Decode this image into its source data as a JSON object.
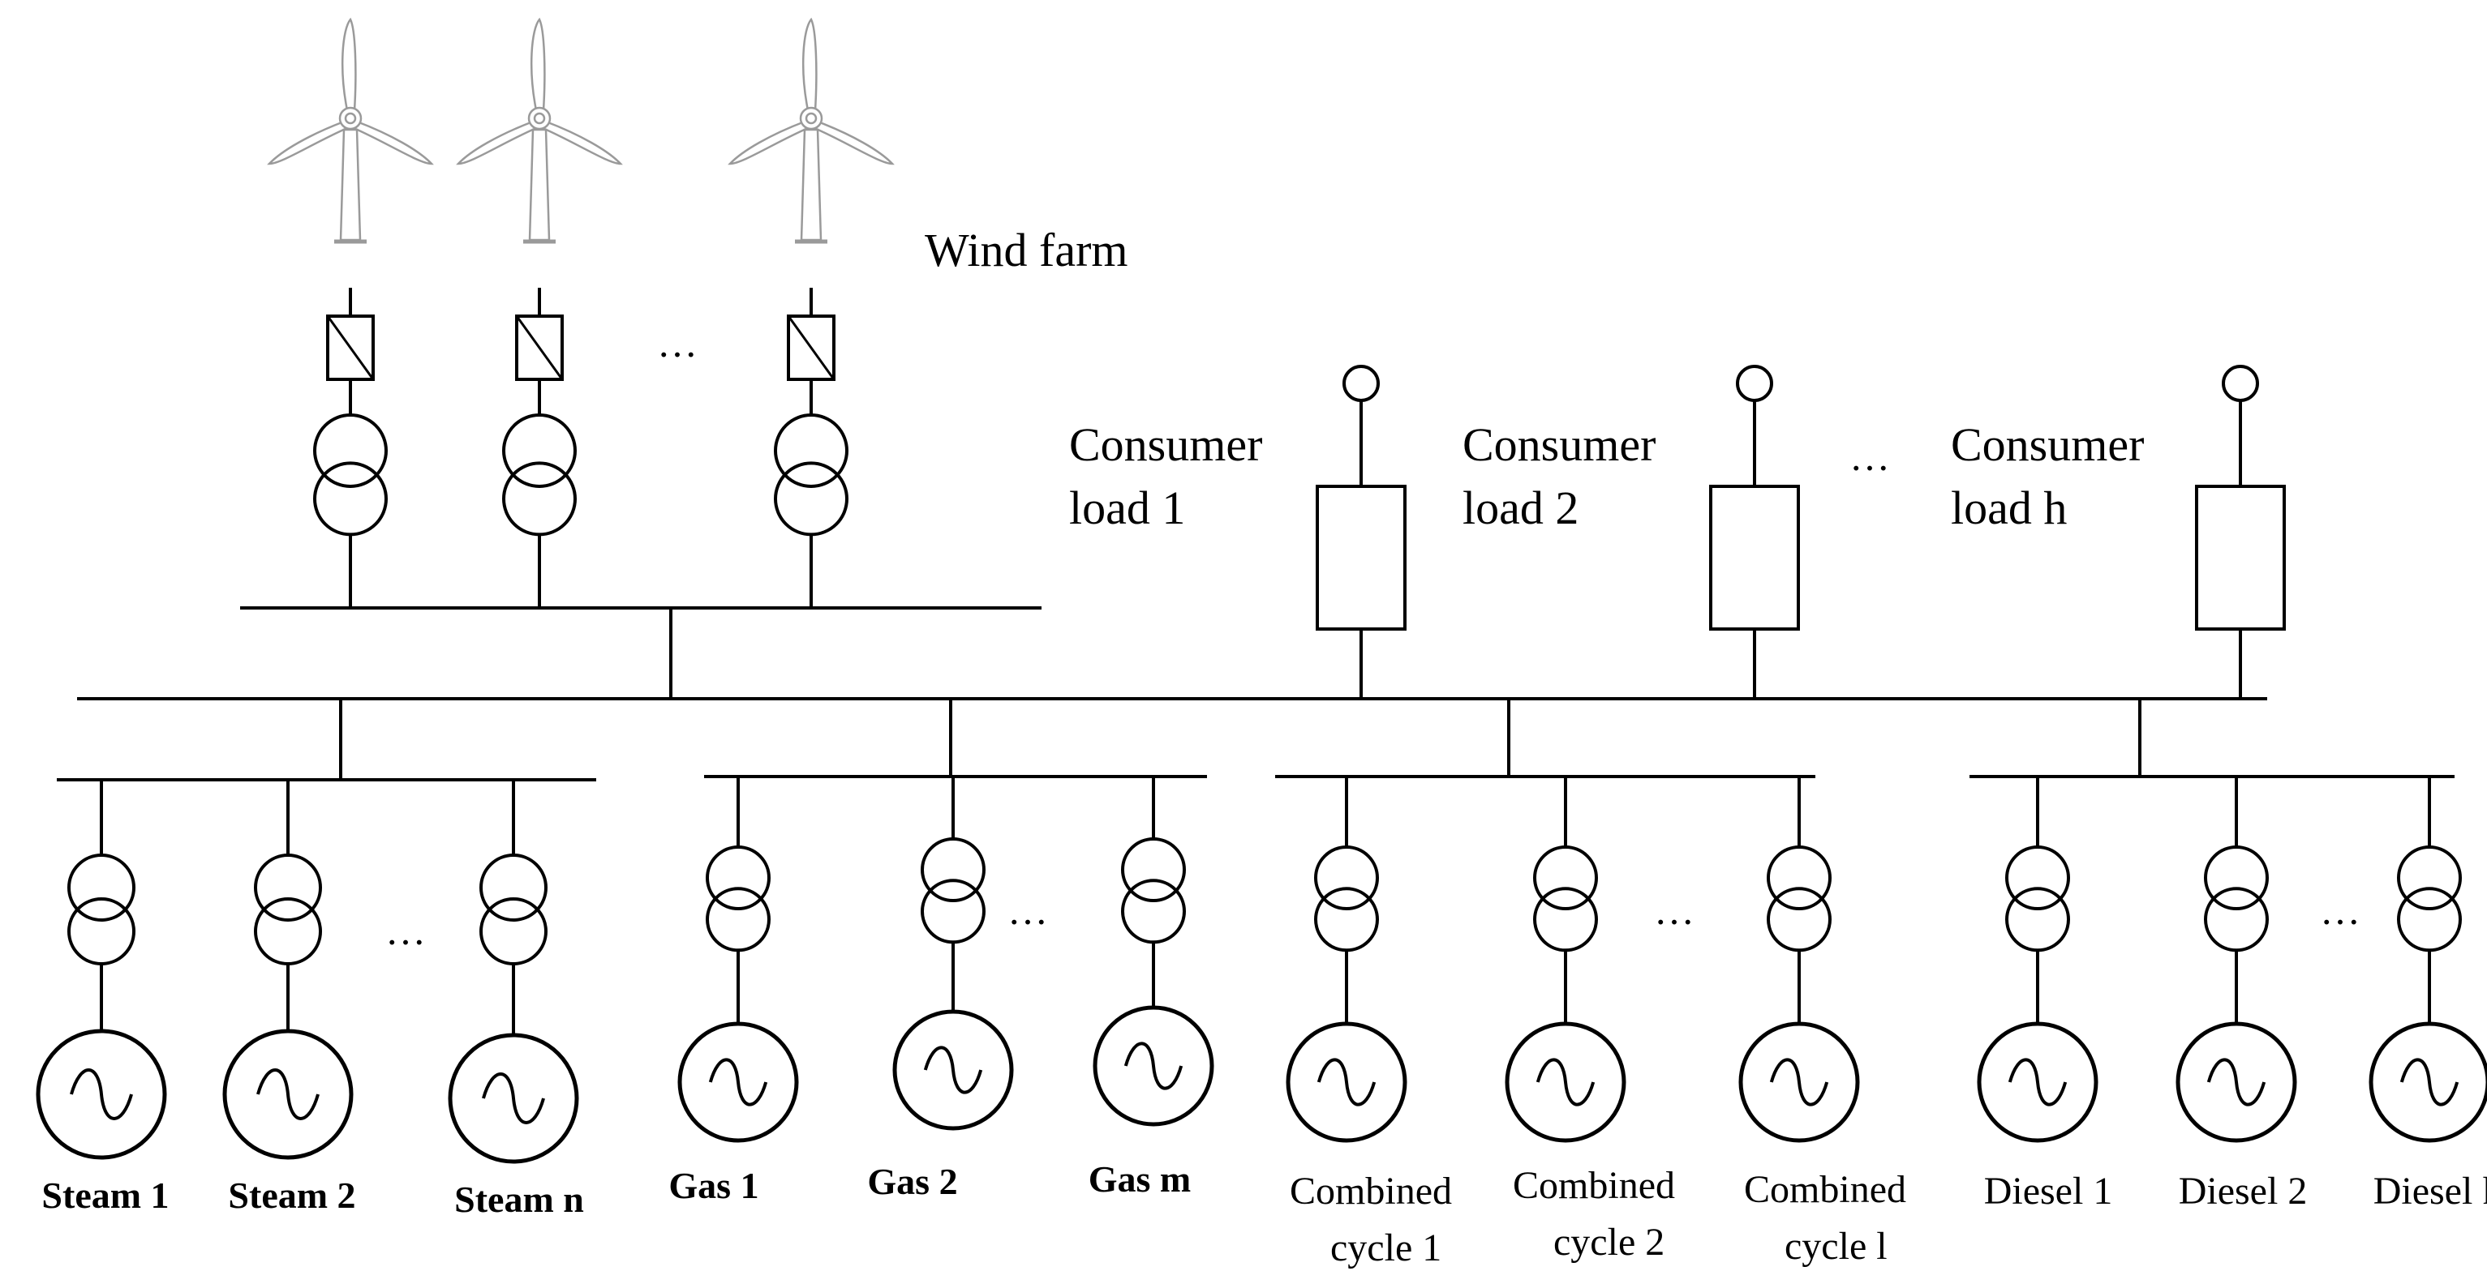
{
  "wind_farm": {
    "label": "Wind farm",
    "ellipsis": "…",
    "turbines": [
      {
        "id": "t1",
        "icon": "wind-turbine-icon"
      },
      {
        "id": "t2",
        "icon": "wind-turbine-icon"
      },
      {
        "id": "t3",
        "icon": "wind-turbine-icon"
      }
    ]
  },
  "consumer_loads": {
    "ellipsis": "…",
    "items": [
      {
        "line1": "Consumer",
        "line2": "load 1"
      },
      {
        "line1": "Consumer",
        "line2": "load 2"
      },
      {
        "line1": "Consumer",
        "line2": "load h"
      }
    ]
  },
  "generator_groups": [
    {
      "name": "steam",
      "ellipsis": "…",
      "units": [
        {
          "line1": "Steam 1"
        },
        {
          "line1": "Steam 2"
        },
        {
          "line1": "Steam n"
        }
      ]
    },
    {
      "name": "gas",
      "ellipsis": "…",
      "units": [
        {
          "line1": "Gas 1"
        },
        {
          "line1": "Gas 2"
        },
        {
          "line1": "Gas m"
        }
      ]
    },
    {
      "name": "combined-cycle",
      "ellipsis": "…",
      "units": [
        {
          "line1": "Combined",
          "line2": "cycle 1"
        },
        {
          "line1": "Combined",
          "line2": "cycle 2"
        },
        {
          "line1": "Combined",
          "line2": "cycle l"
        }
      ]
    },
    {
      "name": "diesel",
      "ellipsis": "…",
      "units": [
        {
          "line1": "Diesel 1"
        },
        {
          "line1": "Diesel 2"
        },
        {
          "line1": "Diesel k"
        }
      ]
    }
  ],
  "icons": {
    "transformer": "two-winding-transformer-icon",
    "generator": "ac-generator-icon",
    "converter": "converter-icon",
    "load": "load-box-icon"
  },
  "colors": {
    "line": "#000000",
    "turbine": "#9a9a9a"
  }
}
